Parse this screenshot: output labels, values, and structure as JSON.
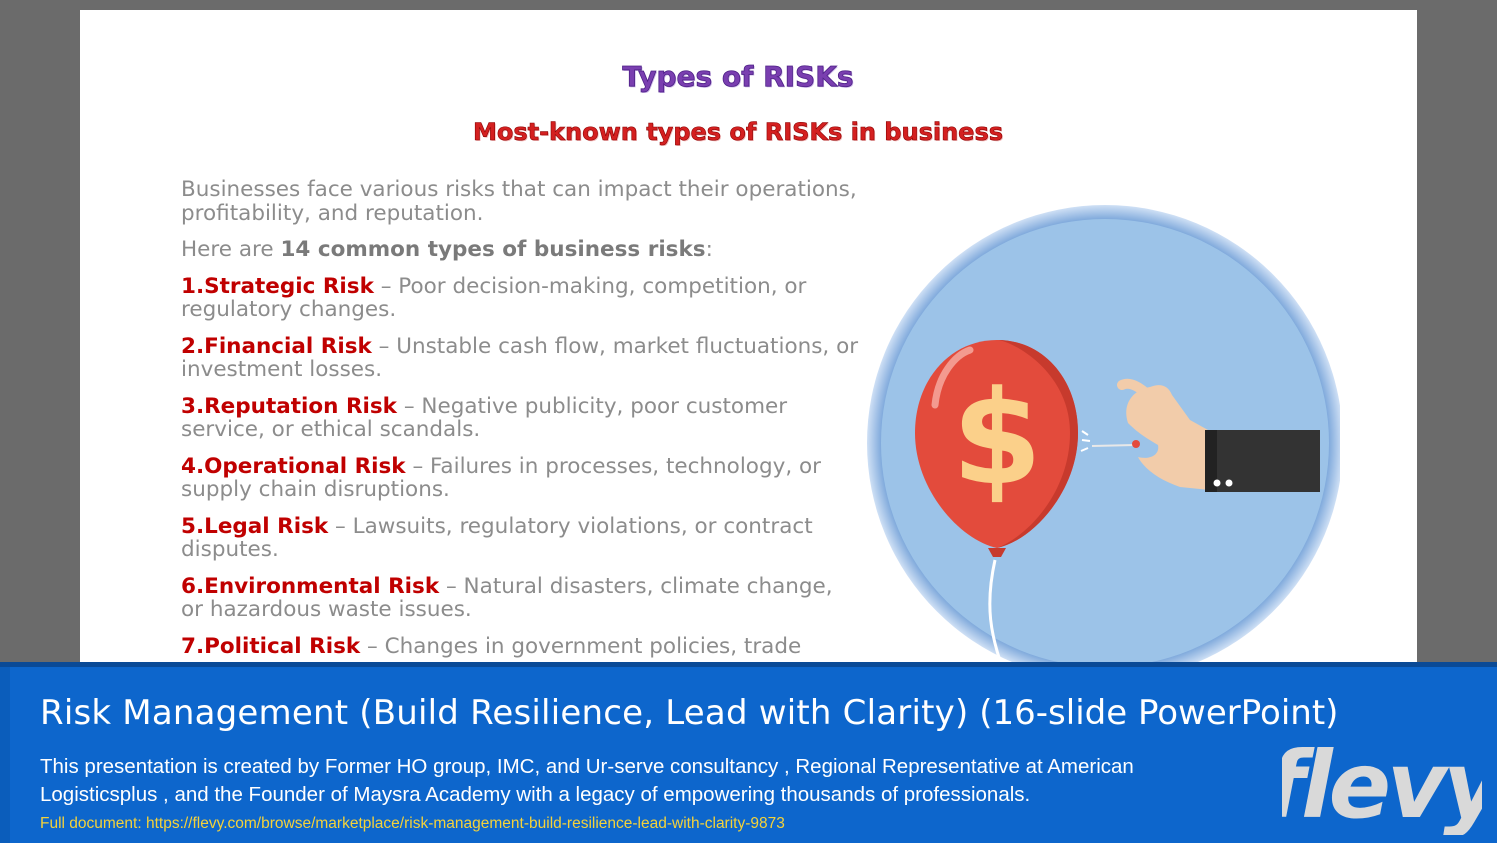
{
  "slide": {
    "title": "Types of RISKs",
    "subtitle": "Most-known types of RISKs in business",
    "intro": "Businesses face various risks that can impact their operations, profitability, and reputation.",
    "lead_prefix": "Here are ",
    "lead_bold": "14 common types of business risks",
    "lead_suffix": ":",
    "risks": [
      {
        "name": "1.Strategic Risk",
        "desc": " – Poor decision-making, competition, or regulatory changes."
      },
      {
        "name": "2.Financial Risk",
        "desc": " – Unstable cash flow, market fluctuations, or investment losses."
      },
      {
        "name": "3.Reputation Risk",
        "desc": " – Negative publicity, poor customer service, or ethical scandals."
      },
      {
        "name": "4.Operational Risk",
        "desc": " – Failures in processes, technology, or supply chain disruptions."
      },
      {
        "name": "5.Legal Risk",
        "desc": " – Lawsuits, regulatory violations, or contract disputes."
      },
      {
        "name": "6.Environmental Risk",
        "desc": " – Natural disasters, climate change, or hazardous waste issues."
      },
      {
        "name": "7.Political Risk",
        "desc": " – Changes in government policies, trade"
      }
    ],
    "illustration": {
      "balloon_symbol": "$",
      "icons": [
        "balloon-icon",
        "hand-with-pin-icon"
      ]
    }
  },
  "footer": {
    "title_main": "Risk Management (Build Resilience, Lead with Clarity)",
    "title_suffix": " (16-slide PowerPoint)",
    "description": "This presentation is created by Former HO group, IMC, and Ur-serve consultancy , Regional Representative at American Logisticsplus , and the Founder of Maysra Academy with a legacy of empowering thousands of professionals.",
    "link": "Full document: https://flevy.com/browse/marketplace/risk-management-build-resilience-lead-with-clarity-9873",
    "logo_text": "flevy"
  },
  "colors": {
    "footer_bg": "#0d66cc",
    "title_purple": "#7a3fb0",
    "subtitle_red": "#d42020",
    "risk_red": "#c00000",
    "link_yellow": "#f4d23a"
  }
}
